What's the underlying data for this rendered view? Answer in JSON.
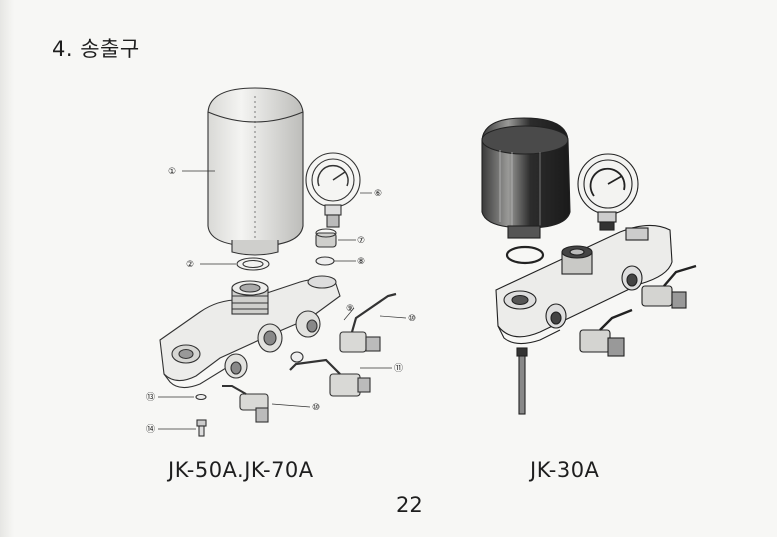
{
  "section_title": "4. 송출구",
  "models": {
    "left": "JK-50A.JK-70A",
    "right": "JK-30A"
  },
  "page_number": "22",
  "callouts": [
    {
      "id": "c1",
      "label": "①"
    },
    {
      "id": "c2",
      "label": "②"
    },
    {
      "id": "c6",
      "label": "⑥"
    },
    {
      "id": "c7",
      "label": "⑦"
    },
    {
      "id": "c8",
      "label": "⑧"
    },
    {
      "id": "c9",
      "label": "⑨"
    },
    {
      "id": "c10a",
      "label": "⑩"
    },
    {
      "id": "c11",
      "label": "⑪"
    },
    {
      "id": "c10b",
      "label": "⑩"
    },
    {
      "id": "c13",
      "label": "⑬"
    },
    {
      "id": "c14",
      "label": "⑭"
    }
  ]
}
